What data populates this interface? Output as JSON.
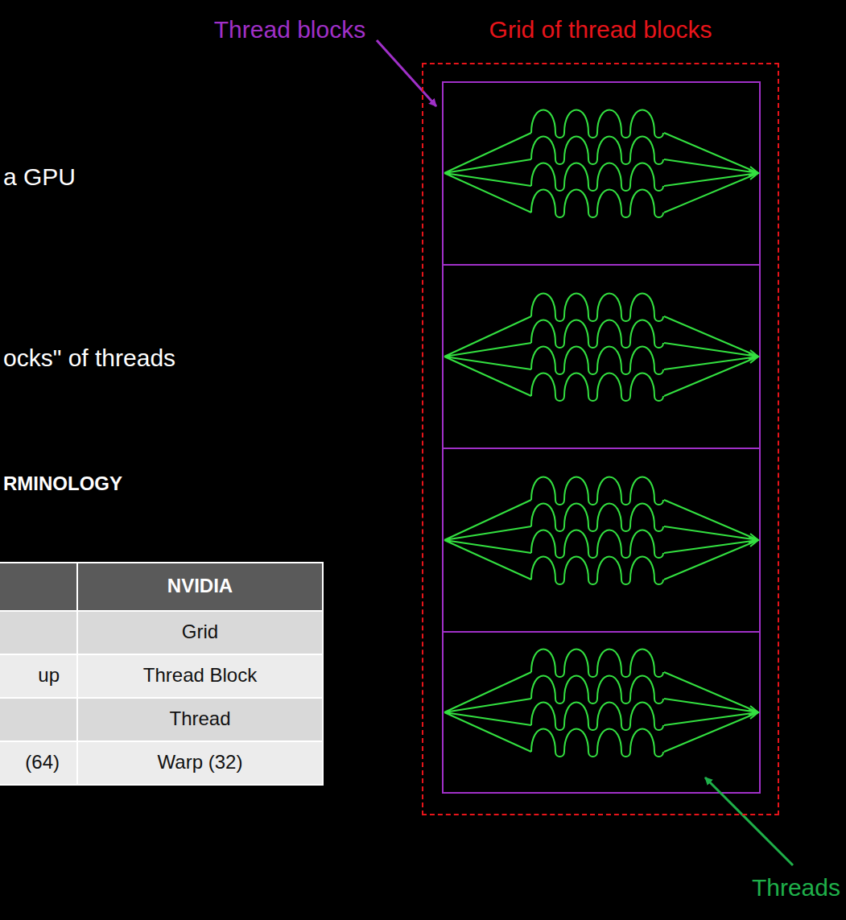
{
  "diagram": {
    "nodes": [
      {
        "text": [
          "Grid of thread blocks"
        ]
      }
    ],
    "labels": [
      "Thread blocks",
      "a GPU",
      "ocks\" of threads",
      "RMINOLOGY",
      "NVIDIA",
      "Grid",
      "up",
      "Thread Block",
      "Thread",
      "(64)",
      "Warp (32)",
      "Threads"
    ]
  }
}
